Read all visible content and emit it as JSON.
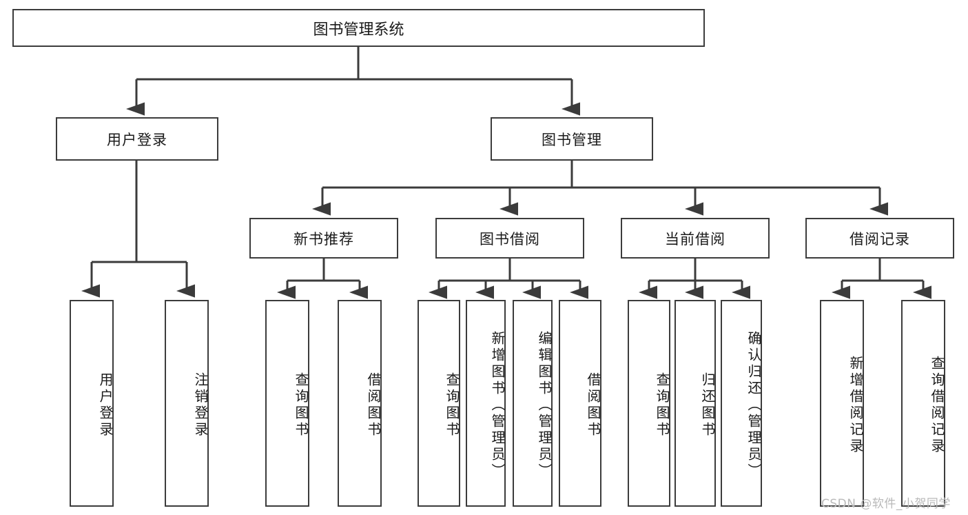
{
  "diagram": {
    "title": "图书管理系统",
    "type": "hierarchy-tree",
    "background": "#ffffff",
    "line_color": "#3b3b3b",
    "text_color": "#1a1a1a"
  },
  "root": {
    "label": "图书管理系统"
  },
  "level2": [
    {
      "label": "用户登录"
    },
    {
      "label": "图书管理"
    }
  ],
  "level3": [
    {
      "label": "新书推荐"
    },
    {
      "label": "图书借阅"
    },
    {
      "label": "当前借阅"
    },
    {
      "label": "借阅记录"
    }
  ],
  "leaves": {
    "user_login": [
      {
        "label": "用户登录"
      },
      {
        "label": "注销登录"
      }
    ],
    "new_book_recommend": [
      {
        "label": "查询图书"
      },
      {
        "label": "借阅图书"
      }
    ],
    "book_borrow": [
      {
        "label": "查询图书"
      },
      {
        "label": "新增图书（管理员）"
      },
      {
        "label": "编辑图书（管理员）"
      },
      {
        "label": "借阅图书"
      }
    ],
    "current_borrow": [
      {
        "label": "查询图书"
      },
      {
        "label": "归还图书"
      },
      {
        "label": "确认归还（管理员）"
      }
    ],
    "borrow_record": [
      {
        "label": "新增借阅记录"
      },
      {
        "label": "查询借阅记录"
      }
    ]
  },
  "watermark": {
    "text": "CSDN @软件_小贺同学"
  }
}
